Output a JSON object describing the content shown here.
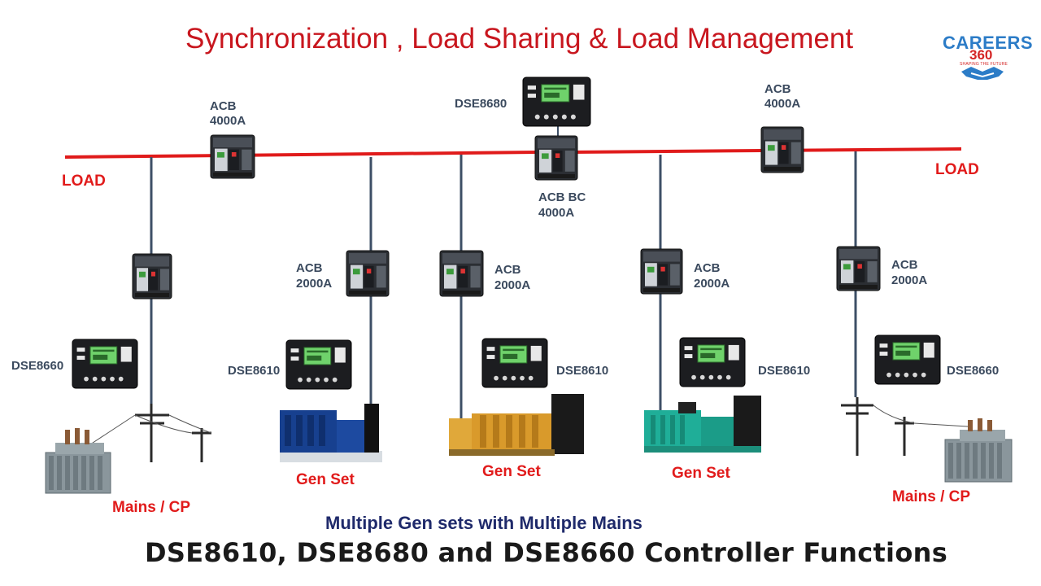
{
  "title": "Synchronization , Load Sharing & Load Management",
  "logo": {
    "word": "CAREERS",
    "number": "360",
    "tagline": "SHAPING THE FUTURE"
  },
  "bus": {
    "load_left": "LOAD",
    "load_right": "LOAD"
  },
  "breakers": {
    "acb_left": {
      "name": "ACB",
      "rating": "4000A"
    },
    "acb_bc": {
      "name": "ACB BC",
      "rating": "4000A"
    },
    "acb_right": {
      "name": "ACB",
      "rating": "4000A"
    },
    "acb_gen1": {
      "name": "ACB",
      "rating": "2000A"
    },
    "acb_gen2": {
      "name": "ACB",
      "rating": "2000A"
    },
    "acb_gen3": {
      "name": "ACB",
      "rating": "2000A"
    },
    "acb_mains_right": {
      "name": "ACB",
      "rating": "2000A"
    }
  },
  "controllers": {
    "bus_controller": "DSE8680",
    "mains_left": "DSE8660",
    "gen1": "DSE8610",
    "gen2": "DSE8610",
    "gen3": "DSE8610",
    "mains_right": "DSE8660"
  },
  "sources": {
    "mains_left": "Mains / CP",
    "gen1": "Gen Set",
    "gen2": "Gen Set",
    "gen3": "Gen Set",
    "mains_right": "Mains / CP"
  },
  "caption": "Multiple Gen sets with Multiple Mains",
  "footer": "DSE8610, DSE8680 and DSE8660 Controller Functions",
  "colors": {
    "bus": "#e01b1b",
    "feeder": "#3d4f66",
    "title": "#c8161e",
    "label_red": "#e11b1b",
    "caption": "#1f2a6b"
  }
}
